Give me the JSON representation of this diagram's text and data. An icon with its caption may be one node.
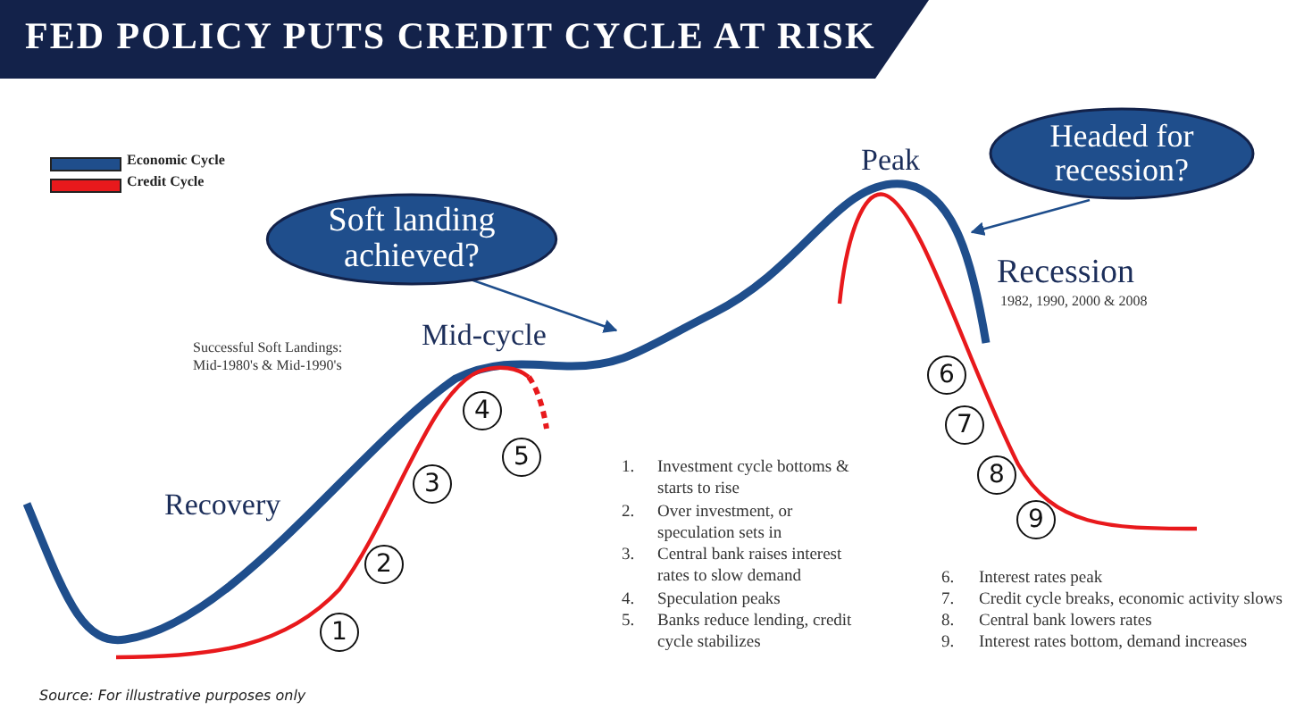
{
  "diagram": {
    "title": "FED POLICY PUTS CREDIT CYCLE AT RISK",
    "caption": "Source: For illustrative purposes only",
    "nodes": [
      {
        "text": [
          "Soft landing achieved?"
        ]
      },
      {
        "text": [
          "Headed for recession?"
        ]
      },
      {
        "text": [
          "1"
        ]
      },
      {
        "text": [
          "2"
        ]
      },
      {
        "text": [
          "3"
        ]
      },
      {
        "text": [
          "4"
        ]
      },
      {
        "text": [
          "5"
        ]
      },
      {
        "text": [
          "6"
        ]
      },
      {
        "text": [
          "7"
        ]
      },
      {
        "text": [
          "8"
        ]
      },
      {
        "text": [
          "9"
        ]
      }
    ],
    "edges": [
      {
        "from": 0,
        "to": null,
        "arrow": "to"
      },
      {
        "from": 1,
        "to": null,
        "arrow": "to"
      }
    ],
    "labels": [
      "Peak",
      "Mid-cycle",
      "Successful Soft Landings: Mid-1980's & Mid-1990's",
      "Recession",
      "1982, 1990, 2000 & 2008",
      "Recovery",
      "1.",
      "Investment cycle bottoms & starts to rise",
      "2.",
      "Over investment, or speculation sets in",
      "3.",
      "Central bank raises interest rates to slow demand",
      "4.",
      "Speculation peaks",
      "5.",
      "Banks reduce lending, credit cycle stabilizes",
      "6.",
      "Interest rates peak",
      "7.",
      "Credit cycle breaks, economic activity slows",
      "8.",
      "Central bank lowers rates",
      "9.",
      "Interest rates bottom, demand increases"
    ],
    "legend": [
      {
        "text": "Economic Cycle",
        "color": "#1f4e8c"
      },
      {
        "text": "Credit Cycle",
        "color": "#e8191c"
      }
    ]
  }
}
